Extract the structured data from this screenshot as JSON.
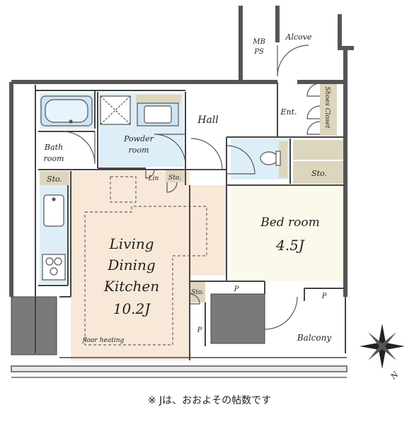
{
  "rooms": {
    "mbps_line1": "MB",
    "mbps_line2": "PS",
    "alcove": "Alcove",
    "shoes_closet": "Shoes Closet",
    "entrance": "Ent.",
    "hall": "Hall",
    "powder_line1": "Powder",
    "powder_line2": "room",
    "bath_line1": "Bath",
    "bath_line2": "room",
    "storage_left": "Sto.",
    "linen": "Lin",
    "storage_small": "Sto.",
    "storage_bed": "Sto.",
    "storage_ldk": "Sto.",
    "ldk_line1": "Living",
    "ldk_line2": "Dining",
    "ldk_line3": "Kitchen",
    "ldk_size": "10.2J",
    "floor_heating": "floor heating",
    "bedroom": "Bed room",
    "bedroom_size": "4.5J",
    "pipe_space_1": "P",
    "pipe_space_2": "P",
    "pipe_space_3": "P",
    "balcony": "Balcony",
    "compass_north": "N"
  },
  "footnote": "※ Jは、おおよその帖数です",
  "colors": {
    "ldk_floor": "#f8e8d8",
    "wet_area": "#ddeef8",
    "storage": "#ddd6be",
    "bedroom_floor": "#fbfaea",
    "wall": "#555555",
    "structure": "#7a7a7a"
  }
}
